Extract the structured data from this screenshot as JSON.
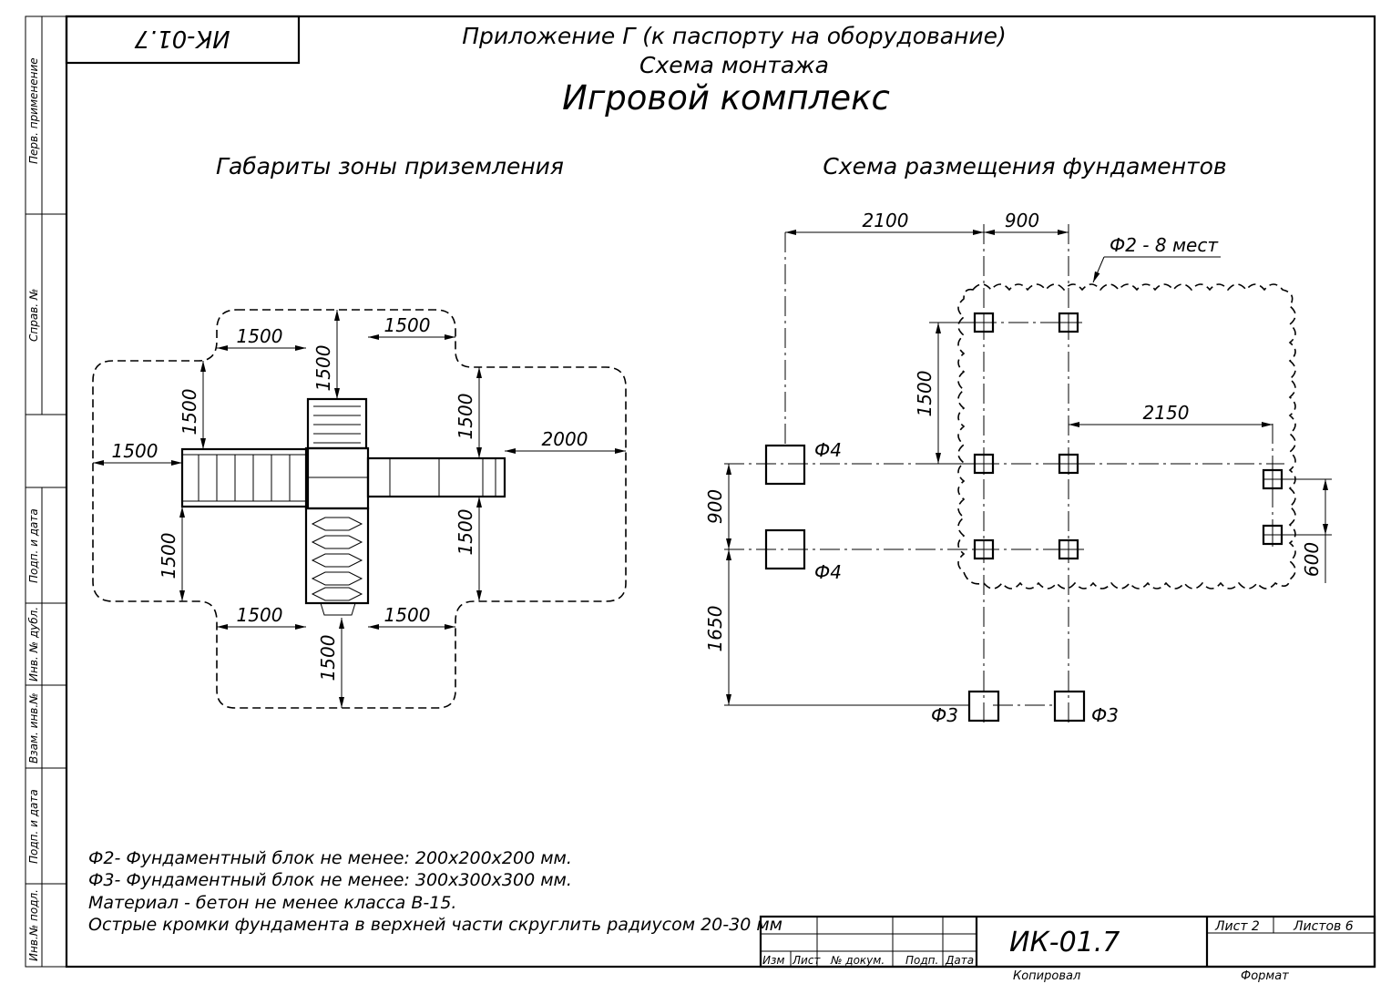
{
  "title": {
    "appendix": "Приложение Г (к паспорту на оборудование)",
    "scheme": "Схема монтажа",
    "product": "Игровой комплекс"
  },
  "code_box": "ИК-01.7",
  "side_labels": {
    "perv": "Перв. применение",
    "sprav": "Справ. №",
    "podp_data_1": "Подп. и дата",
    "inv_dubl": "Инв. № дубл.",
    "vzam_inv": "Взам. инв.№",
    "podp_data_2": "Подп. и дата",
    "inv_podl": "Инв.№ подл."
  },
  "left_view": {
    "heading": "Габариты зоны приземления",
    "dims": {
      "d_top_left_h": "1500",
      "d_top_right_h": "1500",
      "d_top_v": "1500",
      "d_left_upper_v": "1500",
      "d_right_upper_v": "1500",
      "d_left_h": "1500",
      "d_right_h": "2000",
      "d_left_lower_v": "1500",
      "d_right_lower_v": "1500",
      "d_bottom_left_h": "1500",
      "d_bottom_right_h": "1500",
      "d_bottom_v": "1500"
    }
  },
  "right_view": {
    "heading": "Схема размещения фундаментов",
    "dims": {
      "d_2100": "2100",
      "d_900_top": "900",
      "d_1500": "1500",
      "d_2150": "2150",
      "d_900_left": "900",
      "d_1650": "1650",
      "d_600": "600"
    },
    "leader_f2": "Ф2 - 8 мест",
    "f4_upper": "Ф4",
    "f4_lower": "Ф4",
    "f3_left": "Ф3",
    "f3_right": "Ф3"
  },
  "notes": [
    "Ф2- Фундаментный блок не менее: 200х200х200 мм.",
    "Ф3- Фундаментный блок не менее: 300х300х300 мм.",
    "Материал - бетон не менее класса В-15.",
    "Острые кромки фундамента в верхней части скруглить радиусом 20-30 мм"
  ],
  "title_block": {
    "code": "ИК-01.7",
    "sheet": "Лист 2",
    "sheets": "Листов 6",
    "col_izm": "Изм",
    "col_list": "Лист",
    "col_doc": "№ докум.",
    "col_podp": "Подп.",
    "col_data": "Дата",
    "kopiroval": "Копировал",
    "format": "Формат"
  }
}
